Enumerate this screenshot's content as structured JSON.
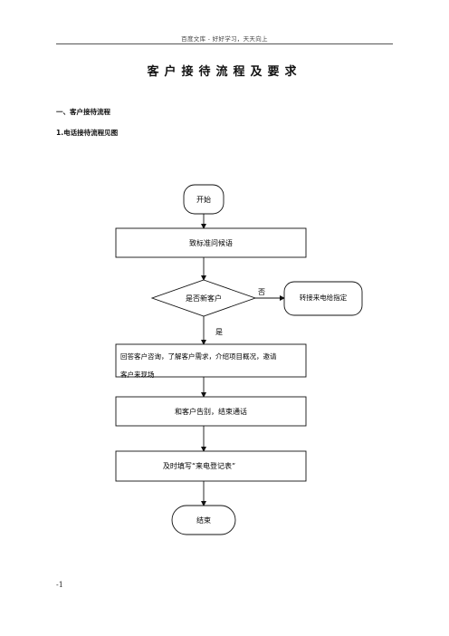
{
  "header": {
    "text": "百度文库 - 好好学习，天天向上"
  },
  "document": {
    "title": "客户接待流程及要求",
    "section_heading": "一、客户接待流程",
    "sub_heading": "1.电话接待流程见图"
  },
  "flowchart": {
    "start": "开始",
    "greeting": "致标准问候语",
    "decision": "是否新客户",
    "no_label": "否",
    "yes_label": "是",
    "transfer": "转接来电给指定",
    "answer_line1": "回答客户咨询，了解客户需求，介绍项目概况，邀请",
    "answer_line2": "客户来现场",
    "farewell": "和客户告别，结束通话",
    "record": "及时填写“来电登记表”",
    "end": "结束"
  },
  "footer": {
    "page_number": "-1"
  }
}
